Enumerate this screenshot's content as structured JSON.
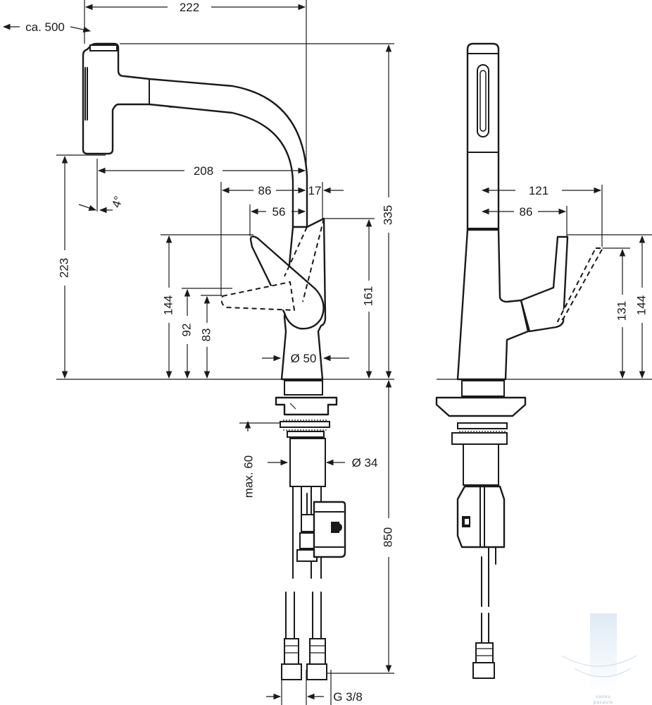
{
  "dimensions": {
    "top_width": "222",
    "pull_out": "ca. 500",
    "spout_reach": "208",
    "angle": "4°",
    "lever_86": "86",
    "lever_17": "17",
    "lever_56": "56",
    "height_total": "335",
    "height_223": "223",
    "height_144_left": "144",
    "height_92": "92",
    "height_83": "83",
    "height_161": "161",
    "body_diameter": "Ø 50",
    "max_60": "max. 60",
    "shank_diameter": "Ø 34",
    "hose_850": "850",
    "connection": "G 3/8",
    "side_121": "121",
    "side_86": "86",
    "side_131": "131",
    "side_144": "144"
  },
  "watermark": {
    "line1": "vannu",
    "line2": "pasaule"
  },
  "colors": {
    "stroke": "#1a1a1a",
    "background": "#ffffff",
    "watermark": "#9fb7cc"
  }
}
